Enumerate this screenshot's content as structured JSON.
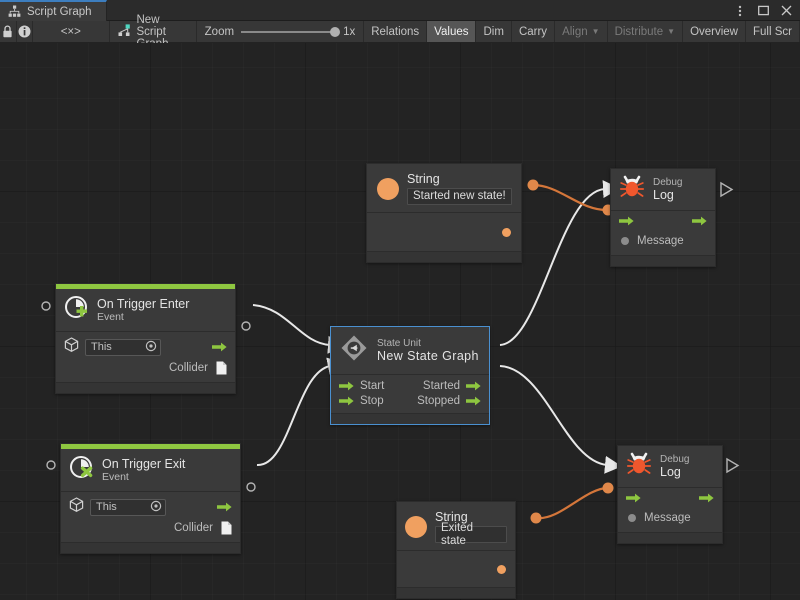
{
  "window": {
    "tab_label": "Script Graph",
    "tab_icon": "hierarchy-icon",
    "controls": {
      "menu": "kebab-menu-icon",
      "maximize": "maximize-icon",
      "close": "close-icon"
    }
  },
  "toolbar": {
    "lock_icon": "lock-icon",
    "info_icon": "info-icon",
    "code_icon": "code-brackets-icon",
    "code_label": "<×>",
    "graph_icon": "script-graph-icon",
    "graph_name": "New Script Graph",
    "zoom_label": "Zoom",
    "zoom_value": "1x",
    "buttons": [
      {
        "label": "Relations",
        "state": "normal"
      },
      {
        "label": "Values",
        "state": "active"
      },
      {
        "label": "Dim",
        "state": "normal"
      },
      {
        "label": "Carry",
        "state": "normal"
      },
      {
        "label": "Align",
        "state": "dim",
        "caret": true
      },
      {
        "label": "Distribute",
        "state": "dim",
        "caret": true
      },
      {
        "label": "Overview",
        "state": "normal"
      },
      {
        "label": "Full Scr",
        "state": "normal"
      }
    ]
  },
  "colors": {
    "event_accent": "#8ec640",
    "flow_port": "#8ec640",
    "value_port": "#f0a060",
    "edge_flow": "#e8e8e8",
    "edge_value": "#d4763a",
    "selection": "#4a90d0",
    "canvas_bg": "#232323",
    "node_bg": "#3a3a3a"
  },
  "nodes": {
    "string_top": {
      "icon": "string-value-icon",
      "title": "String",
      "value": "Started new state!",
      "output_port": "value-output-port"
    },
    "string_bottom": {
      "icon": "string-value-icon",
      "title": "String",
      "value": "Exited state",
      "output_port": "value-output-port"
    },
    "debug_log_top": {
      "icon": "bug-icon",
      "subtitle": "Debug",
      "title": "Log",
      "flow_in": "flow-input-port",
      "flow_out": "flow-output-port",
      "message_label": "Message"
    },
    "debug_log_bottom": {
      "icon": "bug-icon",
      "subtitle": "Debug",
      "title": "Log",
      "flow_in": "flow-input-port",
      "flow_out": "flow-output-port",
      "message_label": "Message"
    },
    "on_trigger_enter": {
      "icon": "event-plus-icon",
      "title": "On Trigger Enter",
      "subtitle": "Event",
      "target_icon": "gameobject-cube-icon",
      "target_value": "This",
      "target_picker": "object-picker-icon",
      "collider_label": "Collider",
      "collider_icon": "collider-doc-icon"
    },
    "on_trigger_exit": {
      "icon": "event-cross-icon",
      "title": "On Trigger Exit",
      "subtitle": "Event",
      "target_icon": "gameobject-cube-icon",
      "target_value": "This",
      "target_picker": "object-picker-icon",
      "collider_label": "Collider",
      "collider_icon": "collider-doc-icon"
    },
    "state_unit": {
      "icon": "state-unit-icon",
      "subtitle": "State Unit",
      "title": "New  State  Graph",
      "selected": true,
      "inputs": [
        "Start",
        "Stop"
      ],
      "outputs": [
        "Started",
        "Stopped"
      ]
    }
  }
}
